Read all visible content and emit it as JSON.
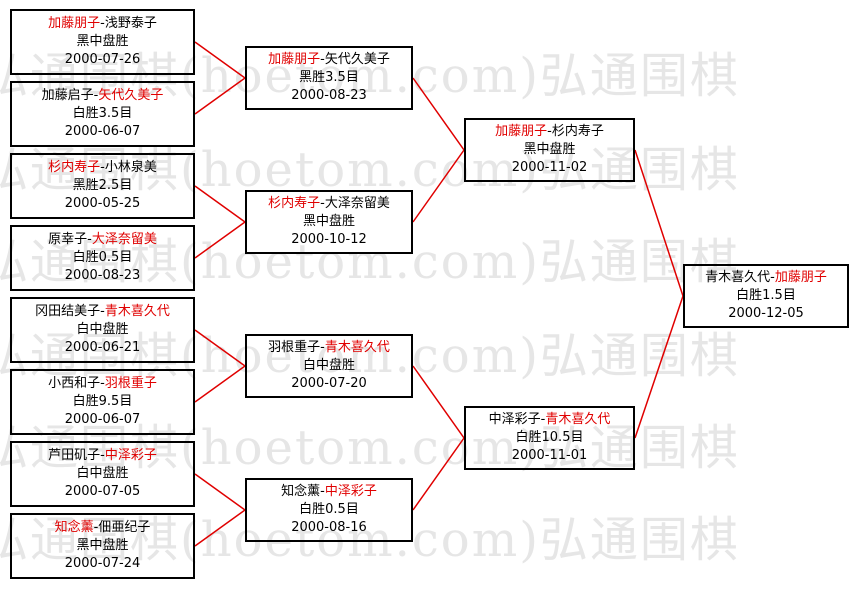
{
  "watermark": "弘通围棋(hoetom.com)弘通围棋",
  "matches": {
    "r1": [
      {
        "p1": "加藤朋子",
        "p2": "浅野泰子",
        "winner": 1,
        "result": "黑中盘胜",
        "date": "2000-07-26"
      },
      {
        "p1": "加藤启子",
        "p2": "矢代久美子",
        "winner": 2,
        "result": "白胜3.5目",
        "date": "2000-06-07"
      },
      {
        "p1": "杉内寿子",
        "p2": "小林泉美",
        "winner": 1,
        "result": "黑胜2.5目",
        "date": "2000-05-25"
      },
      {
        "p1": "原幸子",
        "p2": "大泽奈留美",
        "winner": 2,
        "result": "白胜0.5目",
        "date": "2000-08-23"
      },
      {
        "p1": "冈田结美子",
        "p2": "青木喜久代",
        "winner": 2,
        "result": "白中盘胜",
        "date": "2000-06-21"
      },
      {
        "p1": "小西和子",
        "p2": "羽根重子",
        "winner": 2,
        "result": "白胜9.5目",
        "date": "2000-06-07"
      },
      {
        "p1": "芦田矶子",
        "p2": "中泽彩子",
        "winner": 2,
        "result": "白中盘胜",
        "date": "2000-07-05"
      },
      {
        "p1": "知念薰",
        "p2": "佃亜纪子",
        "winner": 1,
        "result": "黑中盘胜",
        "date": "2000-07-24"
      }
    ],
    "r2": [
      {
        "p1": "加藤朋子",
        "p2": "矢代久美子",
        "winner": 1,
        "result": "黑胜3.5目",
        "date": "2000-08-23"
      },
      {
        "p1": "杉内寿子",
        "p2": "大泽奈留美",
        "winner": 1,
        "result": "黑中盘胜",
        "date": "2000-10-12"
      },
      {
        "p1": "羽根重子",
        "p2": "青木喜久代",
        "winner": 2,
        "result": "白中盘胜",
        "date": "2000-07-20"
      },
      {
        "p1": "知念薰",
        "p2": "中泽彩子",
        "winner": 2,
        "result": "白胜0.5目",
        "date": "2000-08-16"
      }
    ],
    "r3": [
      {
        "p1": "加藤朋子",
        "p2": "杉内寿子",
        "winner": 1,
        "result": "黑中盘胜",
        "date": "2000-11-02"
      },
      {
        "p1": "中泽彩子",
        "p2": "青木喜久代",
        "winner": 2,
        "result": "白胜10.5目",
        "date": "2000-11-01"
      }
    ],
    "r4": [
      {
        "p1": "青木喜久代",
        "p2": "加藤朋子",
        "winner": 2,
        "result": "白胜1.5目",
        "date": "2000-12-05"
      }
    ]
  }
}
